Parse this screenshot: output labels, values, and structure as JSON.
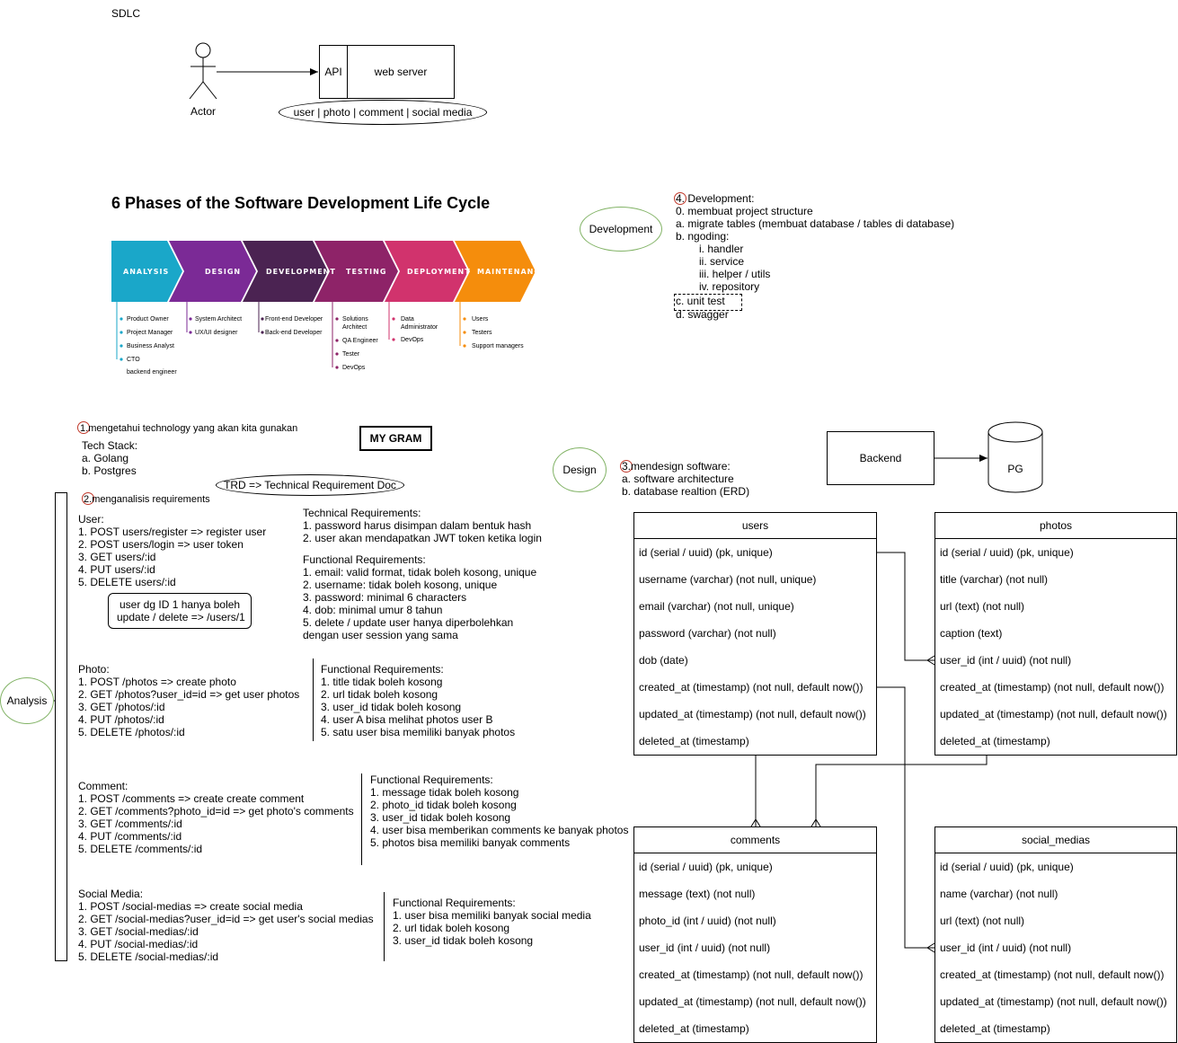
{
  "sdlc_label": "SDLC",
  "actor_label": "Actor",
  "api_label": "API",
  "web_server_label": "web server",
  "resources_label": "user | photo | comment | social media",
  "sdlc_title": "6 Phases of the Software Development Life Cycle",
  "phases": [
    {
      "label": "ANALYSIS",
      "color": "#1aa7c9",
      "roles": [
        "Product Owner",
        "Project Manager",
        "Business Analyst",
        "CTO"
      ],
      "extra": "backend engineer"
    },
    {
      "label": "DESIGN",
      "color": "#7b2a96",
      "roles": [
        "System Architect",
        "UX/UI designer"
      ]
    },
    {
      "label": "DEVELOPMENT",
      "color": "#4b2352",
      "roles": [
        "Front-end Developer",
        "Back-end Developer"
      ]
    },
    {
      "label": "TESTING",
      "color": "#8e2368",
      "roles": [
        "Solutions Architect",
        "QA Engineer",
        "Tester",
        "DevOps"
      ]
    },
    {
      "label": "DEPLOYMENT",
      "color": "#d1336d",
      "roles": [
        "Data Administrator",
        "DevOps"
      ]
    },
    {
      "label": "MAINTENANCE",
      "color": "#f58d0c",
      "roles": [
        "Users",
        "Testers",
        "Support managers"
      ]
    }
  ],
  "development": {
    "oval": "Development",
    "number": "4.",
    "heading": "Development:",
    "lines": [
      "0. membuat project structure",
      "a. migrate tables (membuat database / tables di database)",
      "b. ngoding:"
    ],
    "sub": [
      "i. handler",
      "ii. service",
      "iii. helper / utils",
      "iv. repository"
    ],
    "unit_test": "c. unit test",
    "swagger": "d. swagger"
  },
  "step1": {
    "number": "1.",
    "text": "mengetahui technology yang akan kita gunakan"
  },
  "tech_stack": [
    "Tech Stack:",
    "a. Golang",
    "b. Postgres"
  ],
  "my_gram": "MY GRAM",
  "trd": "TRD => Technical Requirement Doc",
  "step2": {
    "number": "2.",
    "text": "menganalisis requirements"
  },
  "analysis_oval": "Analysis",
  "user_block": [
    "User:",
    "1. POST users/register => register user",
    "2. POST users/login => user token",
    "3. GET users/:id",
    "4. PUT users/:id",
    "5. DELETE users/:id"
  ],
  "user_note": [
    "user dg ID 1 hanya boleh",
    "update / delete => /users/1"
  ],
  "user_tech": [
    "Technical Requirements:",
    "1. password harus disimpan dalam bentuk hash",
    "2. user akan mendapatkan JWT token ketika login"
  ],
  "user_func": [
    "Functional Requirements:",
    "1. email: valid format, tidak boleh kosong, unique",
    "2. username: tidak boleh kosong, unique",
    "3. password: minimal 6 characters",
    "4. dob: minimal umur 8 tahun",
    "5. delete / update user hanya diperbolehkan",
    "dengan user session yang sama"
  ],
  "photo_block": [
    "Photo:",
    "1. POST /photos => create photo",
    "2. GET /photos?user_id=id => get user photos",
    "3. GET /photos/:id",
    "4. PUT /photos/:id",
    "5. DELETE /photos/:id"
  ],
  "photo_func": [
    "Functional Requirements:",
    "1. title tidak boleh kosong",
    "2. url tidak boleh kosong",
    "3. user_id tidak boleh kosong",
    "4. user A bisa melihat photos user B",
    "5. satu user bisa memiliki banyak photos"
  ],
  "comment_block": [
    "Comment:",
    "1. POST /comments => create create comment",
    "2. GET /comments?photo_id=id => get photo's comments",
    "3. GET /comments/:id",
    "4. PUT /comments/:id",
    "5. DELETE /comments/:id"
  ],
  "comment_func": [
    "Functional Requirements:",
    "1. message tidak boleh kosong",
    "2. photo_id tidak boleh kosong",
    "3. user_id tidak boleh kosong",
    "4. user bisa memberikan comments ke banyak photos",
    "5. photos bisa memiliki banyak comments"
  ],
  "social_block": [
    "Social Media:",
    "1. POST /social-medias => create social media",
    "2. GET /social-medias?user_id=id => get user's social medias",
    "3. GET /social-medias/:id",
    "4. PUT /social-medias/:id",
    "5. DELETE /social-medias/:id"
  ],
  "social_func": [
    "Functional Requirements:",
    "1. user bisa memiliki banyak social media",
    "2. url tidak boleh kosong",
    "3. user_id tidak boleh kosong"
  ],
  "design": {
    "oval": "Design",
    "number": "3.",
    "lines": [
      "mendesign software:",
      "a. software architecture",
      "b. database realtion (ERD)"
    ]
  },
  "backend_label": "Backend",
  "pg_label": "PG",
  "entities": {
    "users": {
      "name": "users",
      "fields": [
        "id (serial / uuid) (pk, unique)",
        "username (varchar) (not null, unique)",
        "email (varchar) (not null, unique)",
        "password (varchar) (not null)",
        "dob (date)",
        "created_at (timestamp) (not null, default now())",
        "updated_at (timestamp) (not null, default now())",
        "deleted_at (timestamp)"
      ]
    },
    "photos": {
      "name": "photos",
      "fields": [
        "id (serial / uuid) (pk, unique)",
        "title (varchar) (not null)",
        "url (text) (not null)",
        "caption (text)",
        "user_id (int / uuid) (not null)",
        "created_at (timestamp) (not null, default now())",
        "updated_at (timestamp) (not null, default now())",
        "deleted_at (timestamp)"
      ]
    },
    "comments": {
      "name": "comments",
      "fields": [
        "id (serial / uuid) (pk, unique)",
        "message (text) (not null)",
        "photo_id (int / uuid) (not null)",
        "user_id (int / uuid) (not null)",
        "created_at (timestamp) (not null, default now())",
        "updated_at (timestamp) (not null, default now())",
        "deleted_at (timestamp)"
      ]
    },
    "social_medias": {
      "name": "social_medias",
      "fields": [
        "id (serial / uuid) (pk, unique)",
        "name (varchar) (not null)",
        "url (text) (not null)",
        "user_id (int / uuid) (not null)",
        "created_at (timestamp) (not null, default now())",
        "updated_at (timestamp) (not null, default now())",
        "deleted_at (timestamp)"
      ]
    }
  }
}
